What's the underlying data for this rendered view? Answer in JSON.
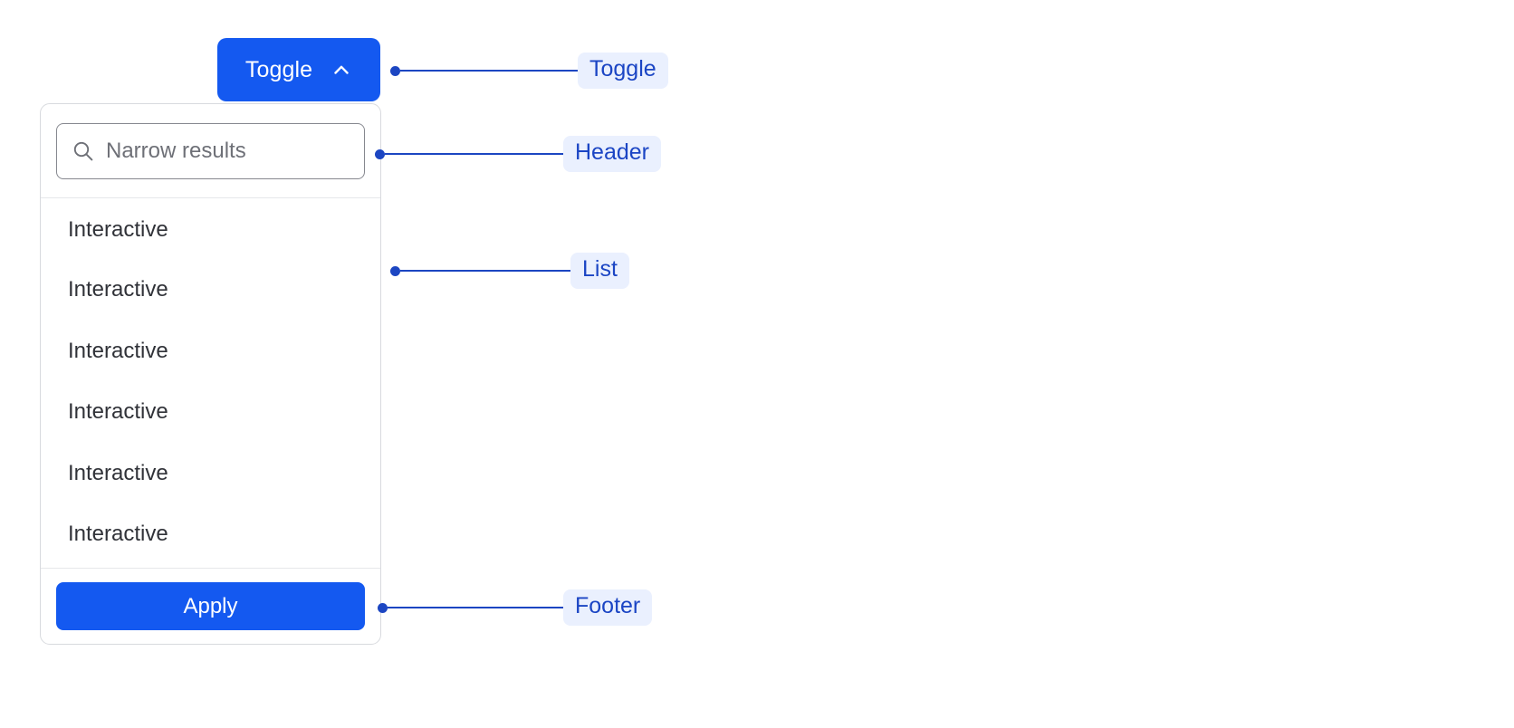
{
  "toggle": {
    "label": "Toggle",
    "icon": "chevron-up-icon",
    "background": "#1459F0",
    "text_color": "#FFFFFF"
  },
  "dropdown": {
    "header": {
      "search": {
        "icon": "search-icon",
        "placeholder": "Narrow results",
        "value": ""
      }
    },
    "list": {
      "items": [
        {
          "label": "Interactive"
        },
        {
          "label": "Interactive"
        },
        {
          "label": "Interactive"
        },
        {
          "label": "Interactive"
        },
        {
          "label": "Interactive"
        },
        {
          "label": "Interactive"
        }
      ]
    },
    "footer": {
      "apply_label": "Apply",
      "apply_background": "#1459F0"
    }
  },
  "annotations": {
    "accent_color": "#1B45C4",
    "tag_background": "#EAF0FE",
    "items": [
      {
        "label": "Toggle"
      },
      {
        "label": "Header"
      },
      {
        "label": "List"
      },
      {
        "label": "Footer"
      }
    ]
  }
}
